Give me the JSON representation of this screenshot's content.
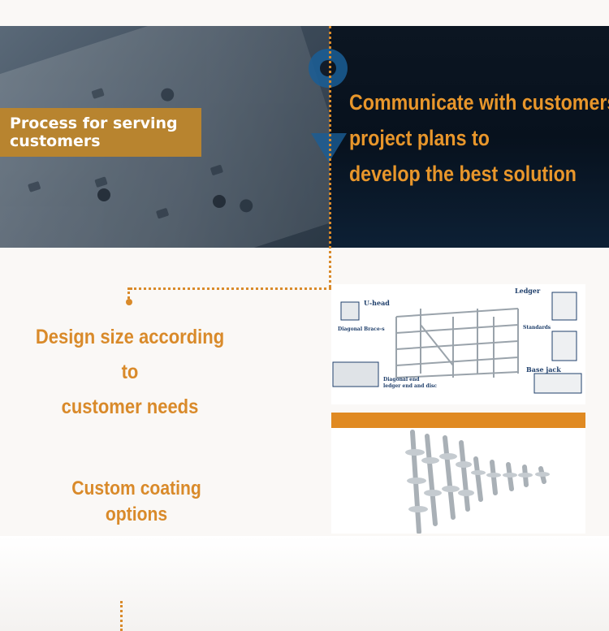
{
  "hero": {
    "badge": "Process for serving customers",
    "heading_lines": [
      "Communicate with customers'",
      "project plans to",
      "develop the best solution"
    ]
  },
  "steps": {
    "design_lines": [
      "Design size according to",
      "customer needs"
    ],
    "coating": "Custom coating options"
  },
  "diagram": {
    "labels": {
      "u_head": "U-head",
      "ledger": "Ledger",
      "diagonal_brace": "Diagonal Brace-s",
      "standards": "Standards",
      "base_jack": "Base jack",
      "diagonal_end": "Diagonal end",
      "ledger_end": "ledger end and disc"
    }
  },
  "colors": {
    "accent_orange": "#d98a2a",
    "badge_bg": "#b8842f",
    "heading_orange": "#e8962b",
    "hero_dark": "#07111d"
  }
}
